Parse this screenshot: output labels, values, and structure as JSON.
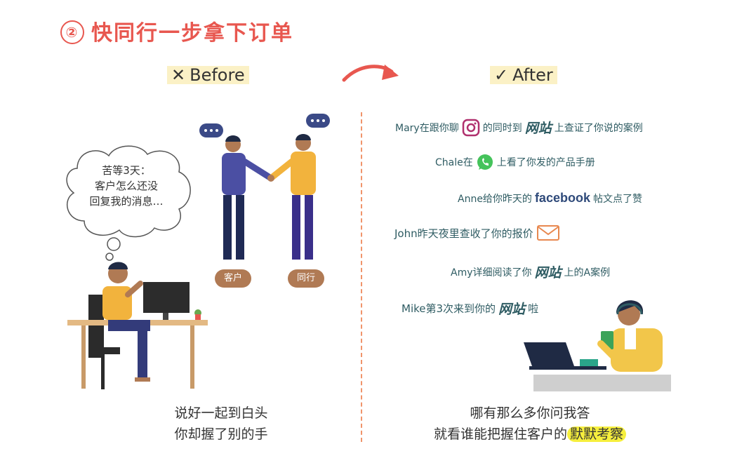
{
  "title": {
    "number": "②",
    "text": "快同行一步拿下订单"
  },
  "before": {
    "mark": "✕",
    "label": "Before"
  },
  "after": {
    "mark": "✓",
    "label": "After"
  },
  "thought_bubble": {
    "line1": "苦等3天：",
    "line2": "客户怎么还没",
    "line3": "回复我的消息…"
  },
  "tags": {
    "customer": "客户",
    "peer": "同行"
  },
  "activities": [
    {
      "prefix": "Mary在跟你聊",
      "middle": "的同时到",
      "brand": "网站",
      "suffix": "上查证了你说的案例"
    },
    {
      "prefix": "Chale在",
      "suffix": "上看了你发的产品手册"
    },
    {
      "prefix": "Anne给你昨天的",
      "brand": "facebook",
      "suffix": "帖文点了赞"
    },
    {
      "text": "John昨天夜里查收了你的报价"
    },
    {
      "prefix": "Amy详细阅读了你",
      "brand": "网站",
      "suffix": "上的A案例"
    },
    {
      "prefix": "Mike第3次来到你的",
      "brand": "网站",
      "suffix": "啦"
    }
  ],
  "captions": {
    "left_line1": "说好一起到白头",
    "left_line2": "你却握了别的手",
    "right_line1": "哪有那么多你问我答",
    "right_line2_prefix": "就看谁能把握住客户的",
    "right_line2_highlight": "默默考察"
  },
  "colors": {
    "accent_red": "#e8574f",
    "teal": "#2f5c63",
    "divider": "#f0946b",
    "highlight": "#f6ef3d"
  }
}
